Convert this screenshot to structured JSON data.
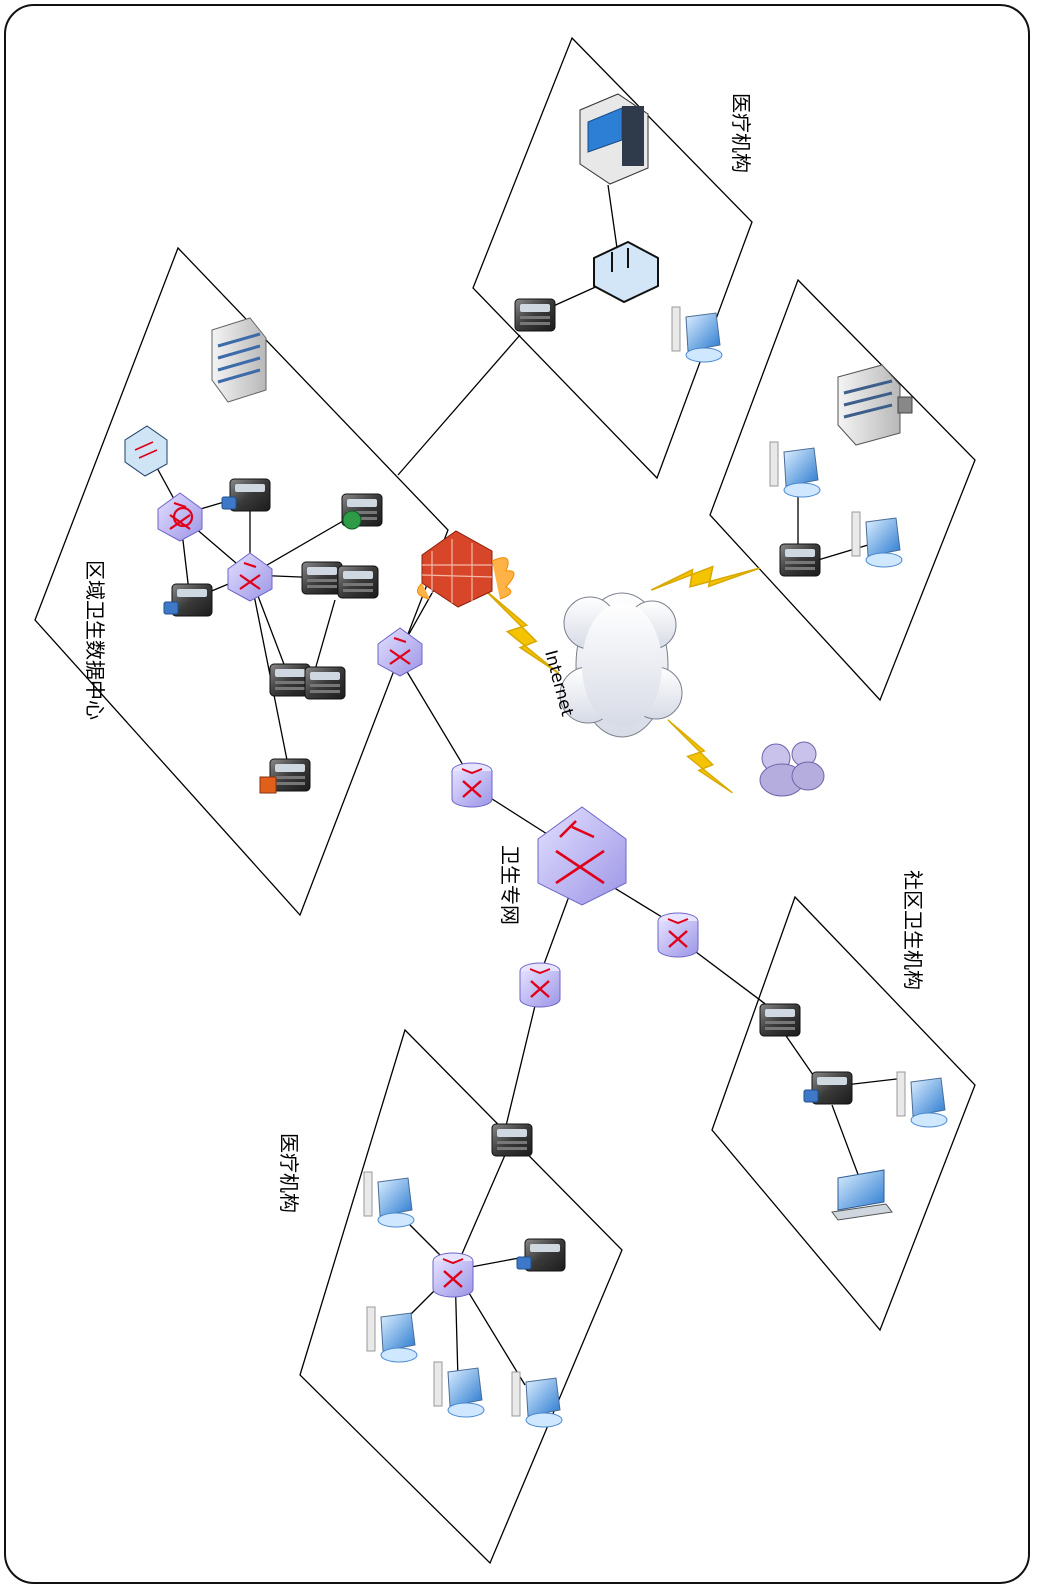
{
  "labels": {
    "regional_data_center": "区域卫生数据中心",
    "medical_institution_top": "医疗机构",
    "medical_institution_bottom": "医疗机构",
    "community_health": "社区卫生机构",
    "health_private_network": "卫生专网",
    "internet": "Internet"
  },
  "colors": {
    "lightning": "#f5c400",
    "router": "#b9b4f0",
    "router_mark": "#e0001a",
    "server": "#3c3c3c",
    "firewall": "#d8462a",
    "cloud": "#eef0f5",
    "monitor": "#2d7fd6"
  },
  "icons": [
    "regional-data-center-building-icon",
    "datacenter-gateway-icon",
    "center-switch-icon",
    "web-server-icon",
    "storage-server-icon",
    "backup-server-icon",
    "server-rack-icon",
    "firewall-icon",
    "internet-cloud-icon",
    "users-group-icon",
    "lightning-icon",
    "router-icon",
    "core-switch-icon",
    "workstation-icon",
    "laptop-icon",
    "hospital-building-icon",
    "host-computer-icon",
    "scanner-device-icon"
  ]
}
